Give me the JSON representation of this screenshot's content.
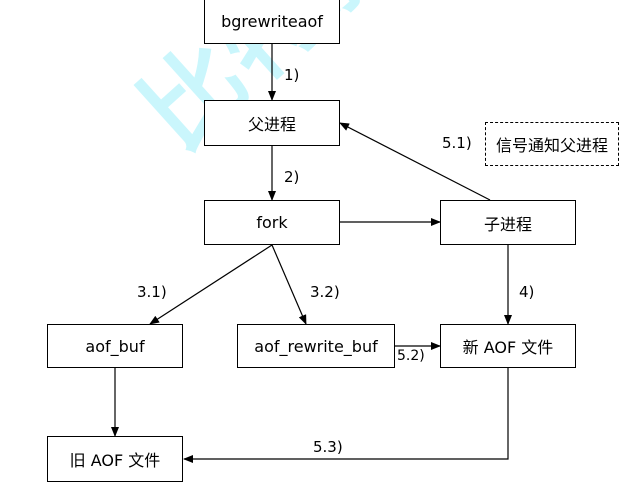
{
  "nodes": {
    "bgrewriteaof": "bgrewriteaof",
    "parent": "父进程",
    "fork": "fork",
    "child": "子进程",
    "signal_note": "信号通知父进程",
    "aof_buf": "aof_buf",
    "aof_rewrite_buf": "aof_rewrite_buf",
    "new_aof": "新 AOF 文件",
    "old_aof": "旧 AOF 文件"
  },
  "edges": {
    "e1": "1)",
    "e2": "2)",
    "e31": "3.1)",
    "e32": "3.2)",
    "e4": "4)",
    "e51": "5.1)",
    "e52": "5.2)",
    "e53": "5.3)"
  },
  "watermark": "比特就业课",
  "colors": {
    "watermark": "#9ff0fb",
    "line": "#000000"
  }
}
